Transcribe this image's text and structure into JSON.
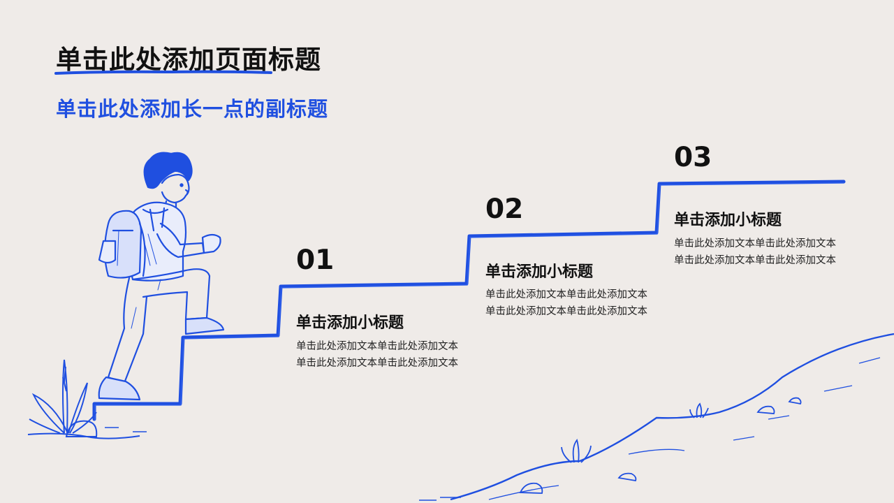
{
  "page": {
    "title": "单击此处添加页面标题",
    "subtitle": "单击此处添加长一点的副标题"
  },
  "steps": [
    {
      "number": "01",
      "heading": "单击添加小标题",
      "text": "单击此处添加文本单击此处添加文本单击此处添加文本单击此处添加文本"
    },
    {
      "number": "02",
      "heading": "单击添加小标题",
      "text": "单击此处添加文本单击此处添加文本单击此处添加文本单击此处添加文本"
    },
    {
      "number": "03",
      "heading": "单击添加小标题",
      "text": "单击此处添加文本单击此处添加文本单击此处添加文本单击此处添加文本"
    }
  ],
  "colors": {
    "accent": "#1f4fe0",
    "background": "#efebe8",
    "text": "#111111"
  },
  "icons": [
    "hiker-illustration",
    "stairs-line",
    "hill-line",
    "plant-icon",
    "rock-icon"
  ]
}
